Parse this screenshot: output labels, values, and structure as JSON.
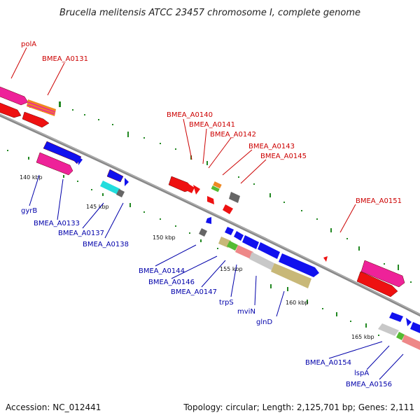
{
  "title": "Brucella melitensis ATCC 23457 chromosome I, complete genome",
  "footer": {
    "accession": "Accession: NC_012441",
    "summary": "Topology: circular; Length: 2,125,701 bp; Genes: 2,111"
  },
  "ticks": [
    "140 kbp",
    "145 kbp",
    "150 kbp",
    "155 kbp",
    "160 kbp",
    "165 kbp"
  ],
  "labels_forward": [
    "polA",
    "BMEA_A0131",
    "BMEA_A0140",
    "BMEA_A0141",
    "BMEA_A0142",
    "BMEA_A0143",
    "BMEA_A0145",
    "BMEA_A0151"
  ],
  "labels_reverse": [
    "gyrB",
    "BMEA_A0133",
    "BMEA_A0137",
    "BMEA_A0138",
    "BMEA_A0144",
    "BMEA_A0146",
    "BMEA_A0147",
    "trpS",
    "mviN",
    "glnD",
    "BMEA_A0154",
    "lspA",
    "BMEA_A0156"
  ],
  "colors": {
    "backbone": "#888888",
    "forward_label": "#cc0000",
    "reverse_label": "#0000aa",
    "cds_red": "#ee1111",
    "cds_pink": "#ee2299",
    "cds_blue": "#1111ee",
    "cds_cyan": "#22dddd",
    "cds_gray": "#666666",
    "cds_khaki": "#c8b878",
    "cds_salmon": "#ee8888",
    "cds_silver": "#c8c8c8",
    "cds_green": "#55bb33",
    "cds_orange": "#ee8822",
    "gc_skew": "#228822"
  }
}
